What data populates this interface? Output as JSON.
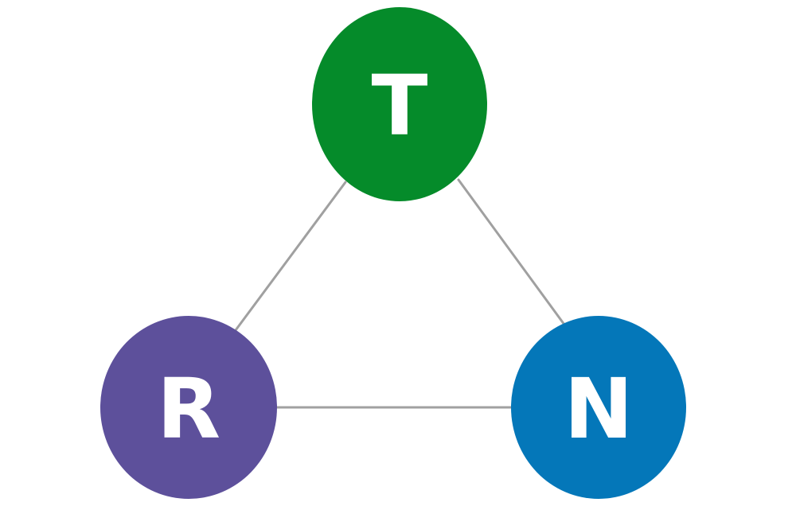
{
  "nodes": [
    {
      "id": "t",
      "label": "T",
      "color": "#058b2a"
    },
    {
      "id": "r",
      "label": "R",
      "color": "#5d509b"
    },
    {
      "id": "n",
      "label": "N",
      "color": "#0477b9"
    }
  ],
  "edges": [
    {
      "from": "t",
      "to": "r"
    },
    {
      "from": "t",
      "to": "n"
    },
    {
      "from": "r",
      "to": "n"
    }
  ]
}
